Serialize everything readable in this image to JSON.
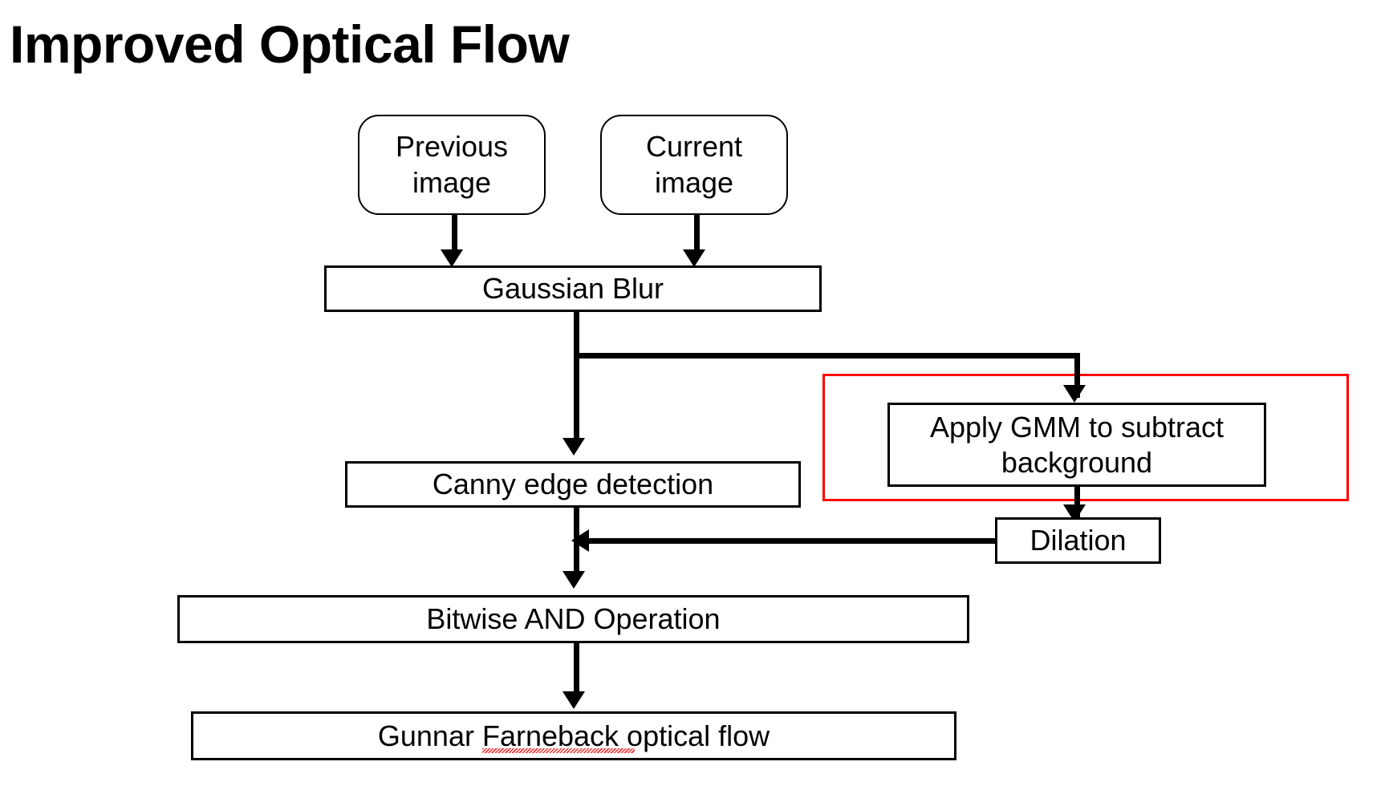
{
  "page": {
    "title": "Improved Optical Flow",
    "background_color": "#ffffff",
    "ink_color": "#000000",
    "highlight_color": "#FF0000",
    "spellcheck_underline_color": "#FF0000"
  },
  "diagram": {
    "type": "flowchart",
    "nodes": [
      {
        "id": "previous-image",
        "shape": "rounded-rectangle",
        "line1": "Previous",
        "line2": "image"
      },
      {
        "id": "current-image",
        "shape": "rounded-rectangle",
        "line1": "Current",
        "line2": "image"
      },
      {
        "id": "gaussian-blur",
        "shape": "rectangle",
        "label": "Gaussian Blur"
      },
      {
        "id": "canny-edge-detection",
        "shape": "rectangle",
        "label": "Canny edge detection"
      },
      {
        "id": "apply-gmm",
        "shape": "rectangle",
        "line1": "Apply GMM to subtract",
        "line2": "background"
      },
      {
        "id": "dilation",
        "shape": "rectangle",
        "label": "Dilation"
      },
      {
        "id": "bitwise-and",
        "shape": "rectangle",
        "label": "Bitwise AND Operation"
      },
      {
        "id": "gunnar-farneback",
        "shape": "rectangle",
        "label": "Gunnar Farneback optical flow"
      }
    ],
    "highlight_box": {
      "id": "gmm-highlight-region",
      "color": "#FF0000",
      "encloses": "apply-gmm"
    },
    "edges": [
      {
        "from": "previous-image",
        "to": "gaussian-blur"
      },
      {
        "from": "current-image",
        "to": "gaussian-blur"
      },
      {
        "from": "gaussian-blur",
        "to": "canny-edge-detection"
      },
      {
        "from": "gaussian-blur",
        "to": "apply-gmm"
      },
      {
        "from": "apply-gmm",
        "to": "dilation"
      },
      {
        "from": "dilation",
        "to": "canny-edge-detection"
      },
      {
        "from": "canny-edge-detection",
        "to": "bitwise-and"
      },
      {
        "from": "bitwise-and",
        "to": "gunnar-farneback"
      }
    ]
  }
}
